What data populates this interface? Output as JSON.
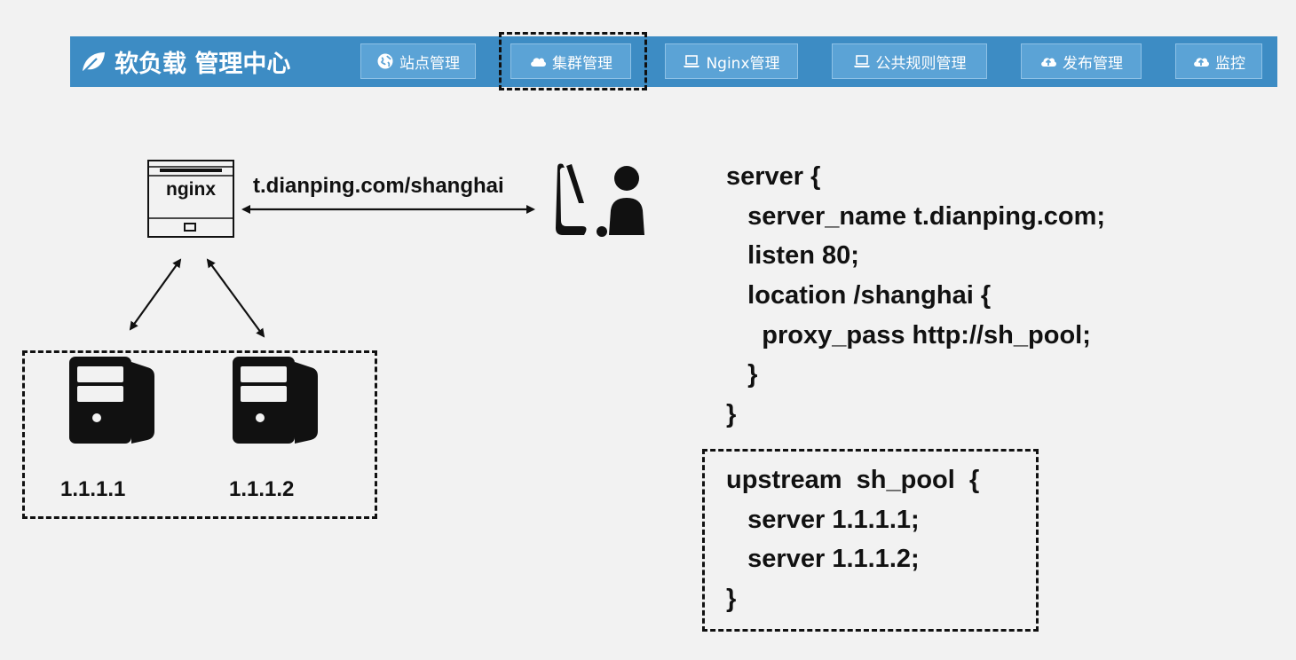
{
  "brand": {
    "title": "软负载 管理中心",
    "icon": "leaf-icon"
  },
  "nav": [
    {
      "label": "站点管理",
      "icon": "globe-icon"
    },
    {
      "label": "集群管理",
      "icon": "cloud-icon",
      "highlighted": true
    },
    {
      "label": "Nginx管理",
      "icon": "laptop-icon"
    },
    {
      "label": "公共规则管理",
      "icon": "laptop-icon"
    },
    {
      "label": "发布管理",
      "icon": "cloud-upload-icon"
    },
    {
      "label": "监控",
      "icon": "cloud-upload-icon"
    }
  ],
  "diagram": {
    "nginx_label": "nginx",
    "url": "t.dianping.com/shanghai",
    "servers": [
      "1.1.1.1",
      "1.1.1.2"
    ],
    "user_icon": "user-at-computer-icon"
  },
  "code": {
    "server_block": [
      "server {",
      "   server_name t.dianping.com;",
      "   listen 80;",
      "   location /shanghai {",
      "     proxy_pass http://sh_pool;",
      "   }",
      "}"
    ],
    "upstream_block": [
      "upstream  sh_pool  {",
      "   server 1.1.1.1;",
      "   server 1.1.1.2;",
      "}"
    ]
  },
  "colors": {
    "navbar": "#3d8cc4",
    "button": "#5ba3d6",
    "text": "#111111"
  }
}
